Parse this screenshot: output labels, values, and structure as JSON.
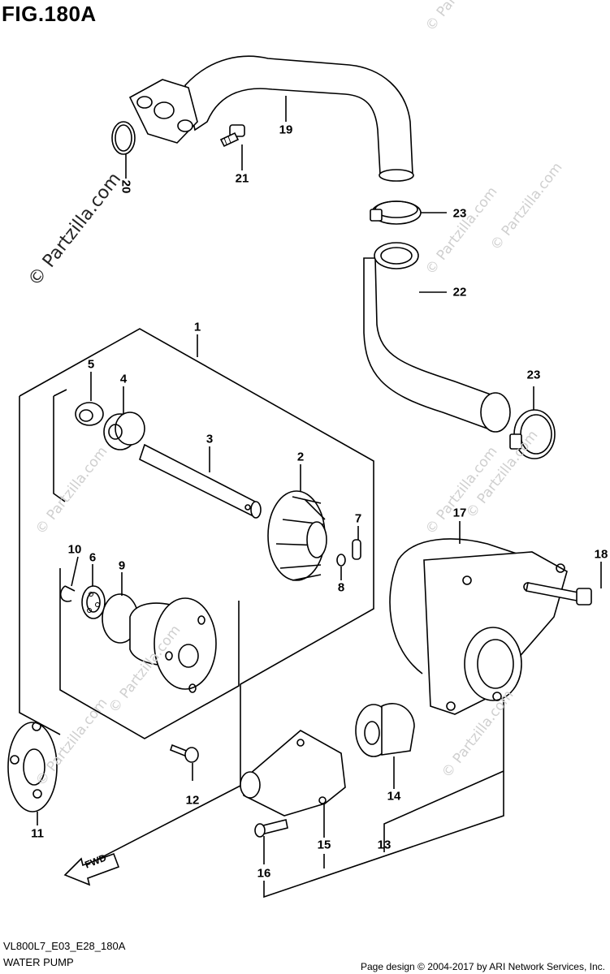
{
  "figure": {
    "title": "FIG.180A",
    "code": "VL800L7_E03_E28_180A",
    "name": "WATER PUMP",
    "credit": "Page design © 2004-2017 by ARI Network Services, Inc.",
    "watermark": "© Partzilla.com",
    "direction_tag": "FWD"
  },
  "callouts": [
    "1",
    "2",
    "3",
    "4",
    "5",
    "6",
    "7",
    "8",
    "9",
    "10",
    "11",
    "12",
    "13",
    "14",
    "15",
    "16",
    "17",
    "18",
    "19",
    "20",
    "21",
    "22",
    "23",
    "23"
  ]
}
